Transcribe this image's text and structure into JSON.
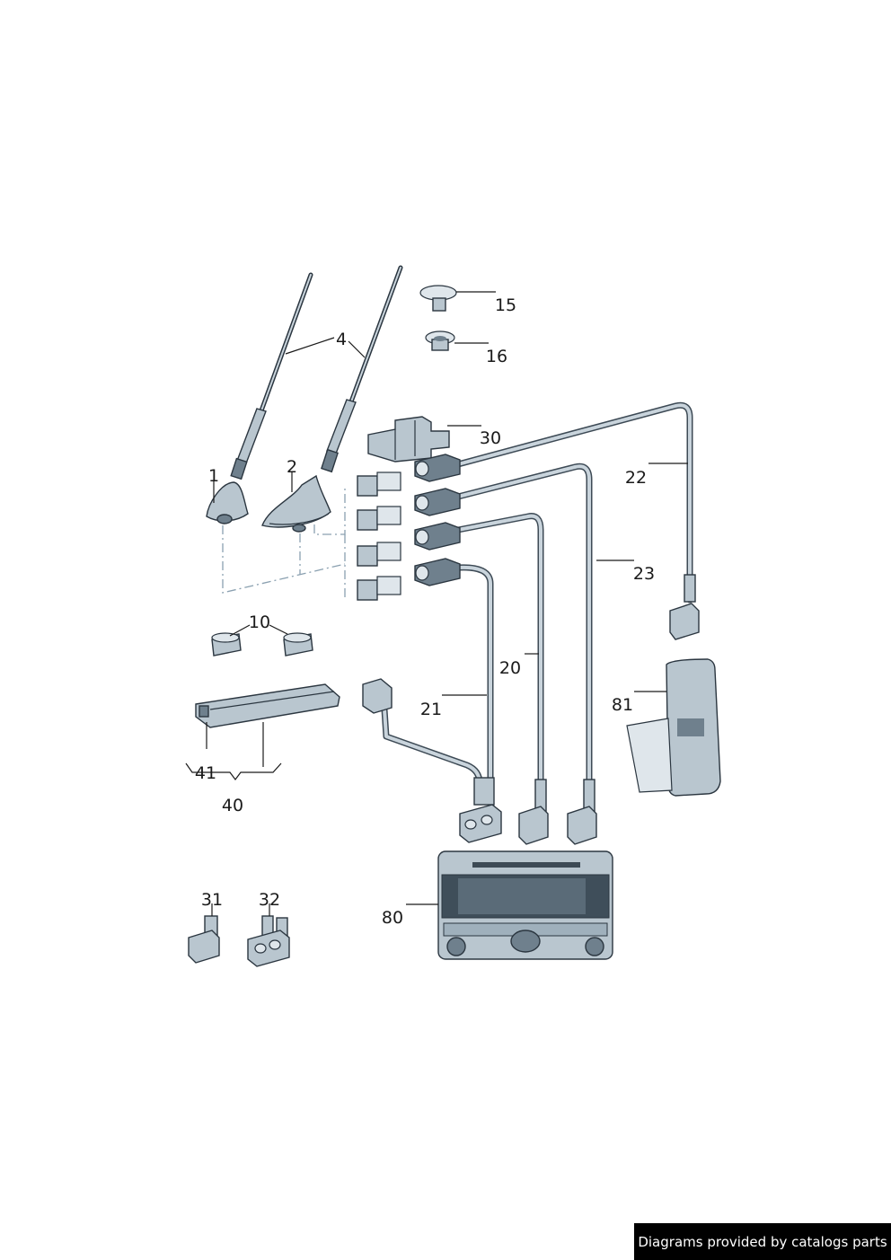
{
  "callouts": {
    "c1": "1",
    "c2": "2",
    "c4": "4",
    "c10": "10",
    "c15": "15",
    "c16": "16",
    "c20": "20",
    "c21": "21",
    "c22": "22",
    "c23": "23",
    "c30": "30",
    "c31": "31",
    "c32": "32",
    "c40": "40",
    "c41": "41",
    "c80": "80",
    "c81": "81"
  },
  "footer": {
    "text": "Diagrams provided by catalogs parts"
  },
  "colors": {
    "part_fill": "#b9c6cf",
    "part_outline": "#2b3640",
    "cable": "#3d4a55",
    "dash_line": "#8aa0b0",
    "footer_bg": "#000000"
  }
}
